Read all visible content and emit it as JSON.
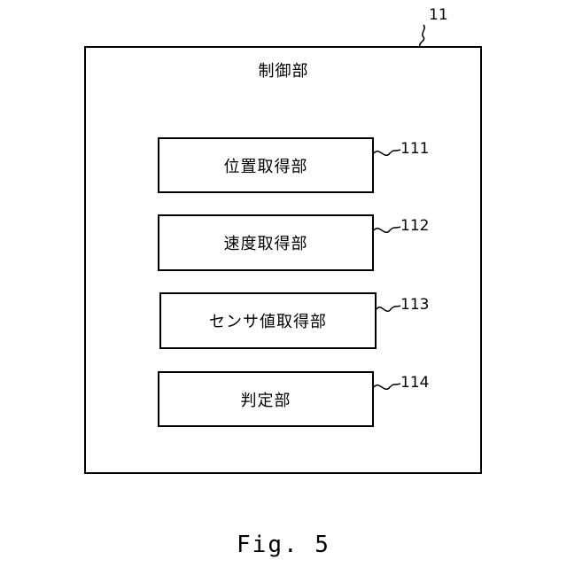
{
  "diagram": {
    "outer": {
      "ref": "11",
      "label": "制御部"
    },
    "blocks": [
      {
        "ref": "111",
        "label": "位置取得部"
      },
      {
        "ref": "112",
        "label": "速度取得部"
      },
      {
        "ref": "113",
        "label": "センサ値取得部"
      },
      {
        "ref": "114",
        "label": "判定部"
      }
    ]
  },
  "caption": "Fig. 5"
}
